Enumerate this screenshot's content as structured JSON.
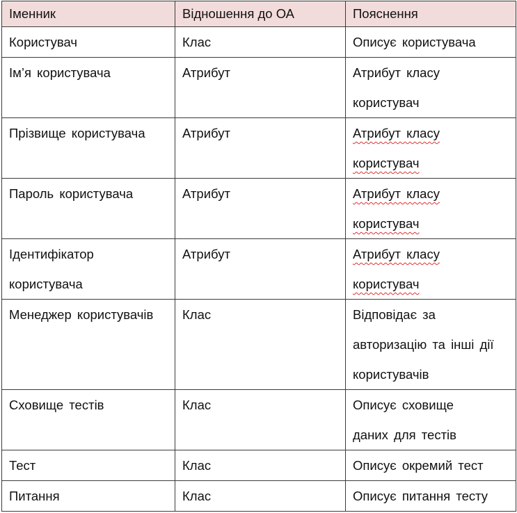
{
  "table": {
    "headers": [
      "Іменник",
      "Відношення  до ОА",
      "Пояснення"
    ],
    "rows": [
      {
        "noun": "Користувач",
        "relation": "Клас",
        "explanation": [
          "Описує користувача"
        ],
        "spellcheck": false
      },
      {
        "noun": "Ім’я користувача",
        "relation": "Атрибут",
        "explanation": [
          "Атрибут  класу",
          "користувач"
        ],
        "spellcheck": false
      },
      {
        "noun": "Прізвище  користувача",
        "relation": "Атрибут",
        "explanation": [
          "Атрибут  класу",
          "користувач"
        ],
        "spellcheck": true
      },
      {
        "noun": "Пароль користувача",
        "relation": "Атрибут",
        "explanation": [
          "Атрибут  класу",
          "користувач"
        ],
        "spellcheck": true
      },
      {
        "noun": "Ідентифікатор користувача",
        "relation": "Атрибут",
        "explanation": [
          "Атрибут  класу",
          "користувач"
        ],
        "spellcheck": true
      },
      {
        "noun": "Менеджер користувачів",
        "relation": "Клас",
        "explanation": [
          "Відповідає  за",
          "авторизацію та інші дії",
          "користувачів"
        ],
        "spellcheck": false
      },
      {
        "noun": "Сховище  тестів",
        "relation": "Клас",
        "explanation": [
          "Описує  сховище",
          "даних для тестів"
        ],
        "spellcheck": false
      },
      {
        "noun": "Тест",
        "relation": "Клас",
        "explanation": [
          "Описує окремий тест"
        ],
        "spellcheck": false
      },
      {
        "noun": "Питання",
        "relation": "Клас",
        "explanation": [
          "Описує питання тесту"
        ],
        "spellcheck": false
      }
    ]
  },
  "colors": {
    "header_background": "#f2dcdb",
    "border": "#3a3a3a",
    "spellcheck_underline": "#e0302f"
  }
}
